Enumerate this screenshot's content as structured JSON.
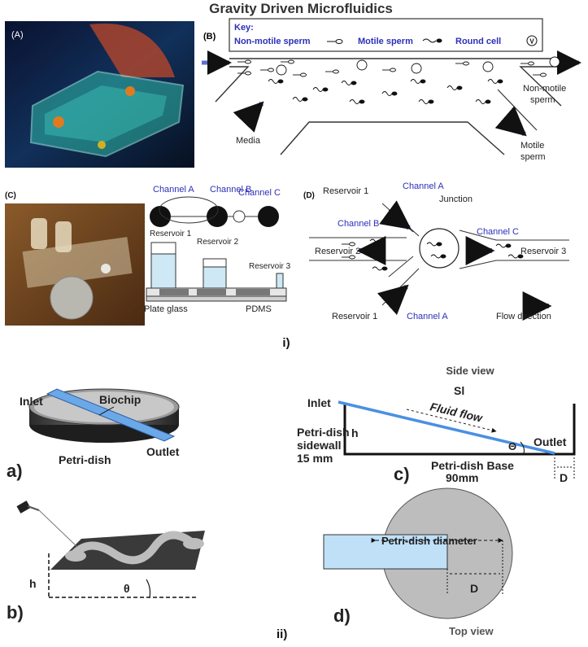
{
  "title": "Gravity Driven Microfluidics",
  "part_i": {
    "label": "i)",
    "A": {
      "tag": "(A)"
    },
    "B": {
      "tag": "(B)",
      "key_label": "Key:",
      "key_items": [
        "Non-motile sperm",
        "Motile sperm",
        "Round cell"
      ],
      "round_cell_glyph": "V",
      "media": "Media",
      "non_motile_out": [
        "Non-motile",
        "sperm"
      ],
      "motile_out": [
        "Motile",
        "sperm"
      ]
    },
    "C": {
      "tag": "(C)",
      "channel_a": "Channel A",
      "channel_b": "Channel B",
      "channel_c": "Channel C",
      "reservoir_1": "Reservoir 1",
      "reservoir_2": "Reservoir 2",
      "reservoir_3": "Reservoir 3",
      "plate_glass": "Plate glass",
      "pdms": "PDMS"
    },
    "D": {
      "tag": "(D)",
      "reservoir_1_top": "Reservoir 1",
      "reservoir_1_bottom": "Reservoir 1",
      "reservoir_2": "Reservoir 2",
      "reservoir_3": "Reservoir 3",
      "channel_a_top": "Channel A",
      "channel_a_bottom": "Channel A",
      "channel_b": "Channel B",
      "channel_c": "Channel C",
      "junction": "Junction",
      "flow_direction": "Flow direction"
    }
  },
  "part_ii": {
    "label": "ii)",
    "a": {
      "tag": "a)",
      "inlet": "Inlet",
      "biochip": "Biochip",
      "outlet": "Outlet",
      "petri": "Petri-dish"
    },
    "b": {
      "tag": "b)",
      "h": "h",
      "theta": "θ"
    },
    "c": {
      "tag": "c)",
      "side_view": "Side view",
      "sl": "Sl",
      "fluid_flow": "Fluid flow",
      "inlet": "Inlet",
      "outlet": "Outlet",
      "h": "h",
      "theta": "Θ",
      "sidewall": [
        "Petri-dish",
        "sidewall",
        "15 mm"
      ],
      "base": [
        "Petri-dish Base",
        "90mm"
      ],
      "d": "D"
    },
    "d": {
      "tag": "d)",
      "diameter": "Petri-dish diameter",
      "d": "D",
      "top_view": "Top view"
    }
  },
  "colors": {
    "accent_blue": "#2d2fb8",
    "arrow_blue": "#5a6fd6",
    "channel_blue": "#4a90e2",
    "light_blue": "#bfe0f7",
    "dish_grey": "#bdbdbd"
  }
}
